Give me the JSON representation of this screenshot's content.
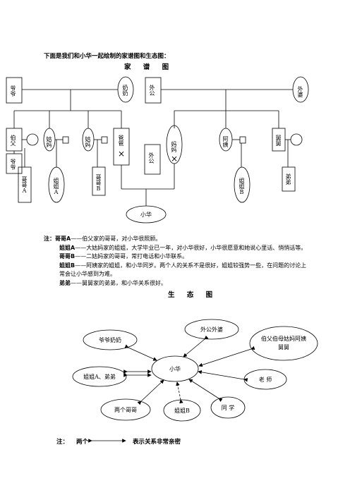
{
  "intro": "下面是我们和小华一起绘制的家谱图和生态图：",
  "family_tree": {
    "title": "家 谱 图",
    "members": {
      "grandpa": "爷爷",
      "grandma": "奶奶",
      "maternal_grandpa": "外公",
      "maternal_grandma": "外婆",
      "uncle_bo": "伯父",
      "aunt_gu1": "姑妈",
      "aunt_gu2": "姑妈",
      "father": "爸爸",
      "mother": "妈妈",
      "aunt_yi": "阿姨",
      "uncle_jiu": "舅舅",
      "grandpa_left": "爷爷",
      "grandpa_mid": "外公",
      "cousin_a": "哥哥A",
      "sister_a": "姐姐A",
      "cousin_b": "哥哥B",
      "sister_b": "姐姐B",
      "younger_brother": "弟弟",
      "xiaohua": "小华"
    },
    "deceased_mark": "×"
  },
  "notes": {
    "label": "注：",
    "items": [
      {
        "term": "哥哥A",
        "text": "——伯父家的哥哥，对小华很照顾。"
      },
      {
        "term": "姐姐A",
        "text": "——大姑妈家的姐姐，大学毕业已一年，对小华很好，小华很愿意和她说心里话、悄悄话等。"
      },
      {
        "term": "哥哥B",
        "text": "——二姑妈家的哥哥，常打电话和小华联系。"
      },
      {
        "term": "姐姐B",
        "text": "——阿姨家的姐姐，和小华同岁。两个人的关系不是很好，姐姐较强势一些，在问题的讨论上常会让小华感到为难。"
      },
      {
        "term": "弟弟",
        "text": "——舅舅家的弟弟，和小华关系很好。"
      }
    ]
  },
  "ecomap": {
    "title": "生 态 图",
    "center": "小华",
    "nodes": {
      "grandparents": "爷爷奶奶",
      "maternal_grandparents": "外公外婆",
      "relatives": "伯父伯母姑妈阿姨舅舅",
      "sister_brother": "姐姐A、弟弟",
      "teacher": "老 师",
      "two_brothers": "两个哥哥",
      "sister_b": "姐姐B",
      "classmates": "同 学"
    },
    "note_label": "注：",
    "note_subject": "两个",
    "note_text": "表示关系非常亲密"
  }
}
